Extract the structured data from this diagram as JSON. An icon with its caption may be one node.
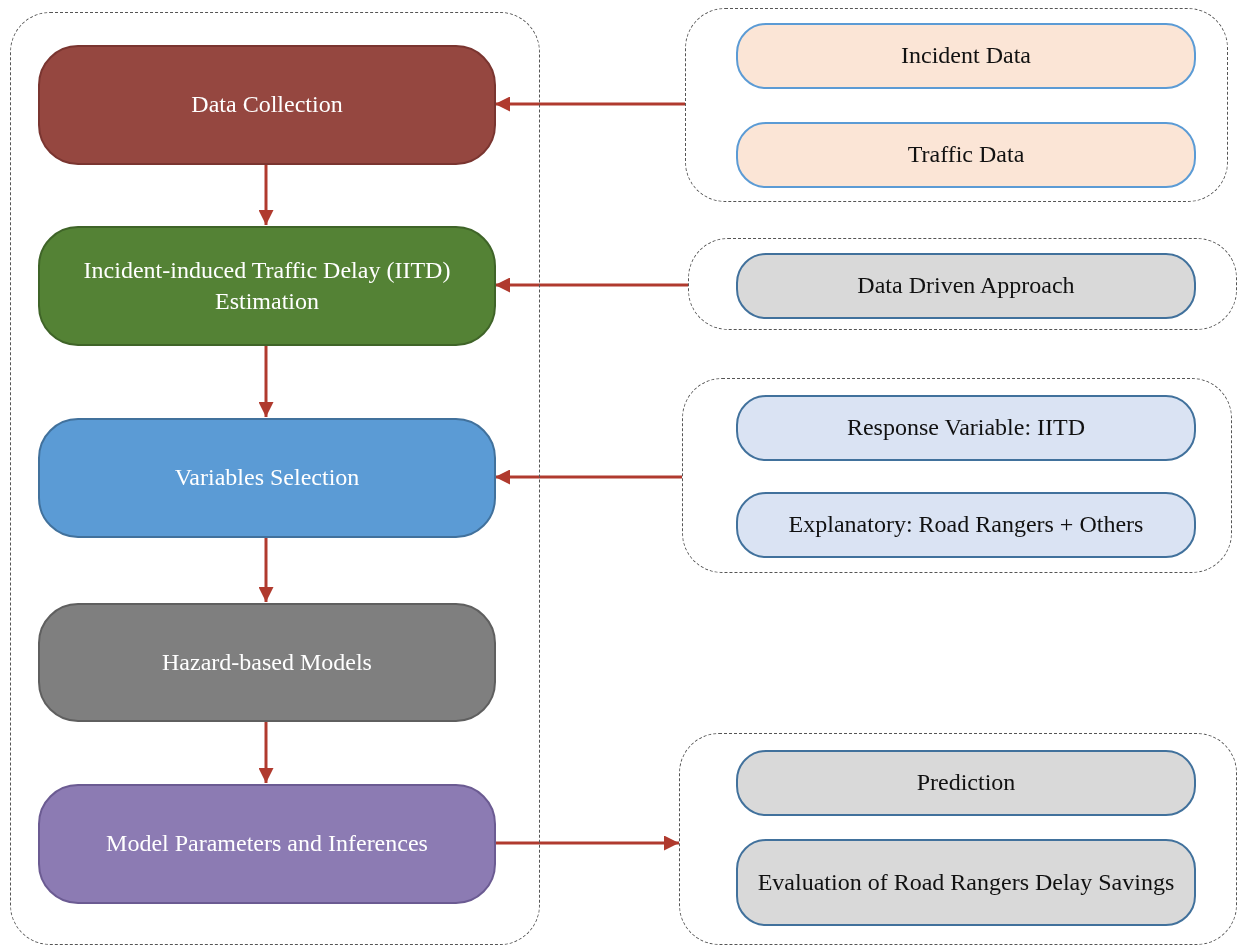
{
  "diagram": {
    "nodes": [
      {
        "text": [],
        "shape": "box"
      },
      {
        "text": [
          "Data Collection"
        ],
        "in": 0
      },
      {
        "text": [
          "Incident-induced Traffic Delay (IITD) Estimation"
        ],
        "in": 0
      },
      {
        "text": [
          "Variables Selection"
        ],
        "in": 0
      },
      {
        "text": [
          "Hazard-based Models"
        ],
        "in": 0
      },
      {
        "text": [
          "Model Parameters and Inferences"
        ],
        "in": 0
      },
      {
        "text": [],
        "shape": "box"
      },
      {
        "text": [
          "Incident Data"
        ],
        "in": 6
      },
      {
        "text": [
          "Traffic Data"
        ],
        "in": 6
      },
      {
        "text": [],
        "shape": "box"
      },
      {
        "text": [
          "Data Driven Approach"
        ],
        "in": 9
      },
      {
        "text": [],
        "shape": "box"
      },
      {
        "text": [
          "Response Variable: IITD"
        ],
        "in": 11
      },
      {
        "text": [
          "Explanatory: Road Rangers + Others"
        ],
        "in": 11
      },
      {
        "text": [],
        "shape": "box"
      },
      {
        "text": [
          "Prediction"
        ],
        "in": 14
      },
      {
        "text": [
          "Evaluation of Road Rangers Delay Savings"
        ],
        "in": 14
      }
    ],
    "edges": [
      {
        "from": 1,
        "to": 2,
        "arrow": "to"
      },
      {
        "from": 2,
        "to": 3,
        "arrow": "to"
      },
      {
        "from": 3,
        "to": 4,
        "arrow": "to"
      },
      {
        "from": 4,
        "to": 5,
        "arrow": "to"
      },
      {
        "from": 6,
        "to": 1,
        "arrow": "to"
      },
      {
        "from": 9,
        "to": 2,
        "arrow": "to"
      },
      {
        "from": 11,
        "to": 3,
        "arrow": "to"
      },
      {
        "from": 5,
        "to": 14,
        "arrow": "to"
      }
    ]
  }
}
